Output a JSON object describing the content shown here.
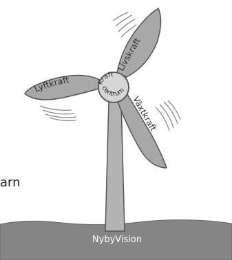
{
  "side_label": "arn",
  "blades": {
    "left": "Lyftkraft",
    "top": "Livskraft",
    "right": "Växtkraft"
  },
  "hub": {
    "line1": "Kraft",
    "line2": "centrum"
  },
  "ground_label": "NybyVision",
  "colors": {
    "blade_fill": "#a8a8a8",
    "tower_fill": "#b3b3b3",
    "ground_fill": "#858585",
    "outline": "#555555",
    "hub_fill": "#d6d6d6"
  }
}
